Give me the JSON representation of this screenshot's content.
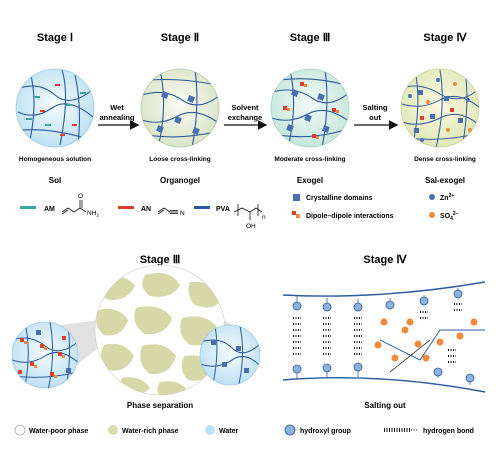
{
  "top": {
    "stages": [
      {
        "title": "Stage Ⅰ",
        "caption": "Homogeneous solution",
        "state": "Sol"
      },
      {
        "title": "Stage Ⅱ",
        "caption": "Loose cross-linking",
        "state": "Organogel"
      },
      {
        "title": "Stage Ⅲ",
        "caption": "Moderate cross-linking",
        "state": "Exogel"
      },
      {
        "title": "Stage Ⅳ",
        "caption": "Dense cross-linking",
        "state": "Sal-exogel"
      }
    ],
    "arrows": [
      {
        "line1": "Wet",
        "line2": "annealing"
      },
      {
        "line1": "Solvent",
        "line2": "exchange"
      },
      {
        "line1": "Salting",
        "line2": "out"
      }
    ]
  },
  "legend_top": {
    "am": "AM",
    "an": "AN",
    "pva": "PVA",
    "nh2": "NH",
    "nh2_sub": "2",
    "n": "N",
    "oh": "OH",
    "sub_n": "n",
    "crystalline": "Crystalline domains",
    "dipole": "Dipole–dipole interactions",
    "zn": "Zn",
    "zn_sup": "2+",
    "so4": "SO",
    "so4_sub": "4",
    "so4_sup": "2−"
  },
  "bottom_left": {
    "title": "Stage Ⅲ",
    "label": "Phase separation",
    "legend": [
      "Water-poor phase",
      "Water-rich phase",
      "Water"
    ]
  },
  "bottom_right": {
    "title": "Stage Ⅳ",
    "label": "Salting out",
    "legend": [
      "hydroxyl group",
      "hydrogen bond"
    ]
  },
  "colors": {
    "blue_chain": "#2c5aa0",
    "teal_am": "#3aa6a0",
    "red_an": "#d9412b",
    "orange_so4": "#f08a3c",
    "sky": "#cfe8f5",
    "olive": "#dcdcb4",
    "node": "#4a6fb0"
  }
}
